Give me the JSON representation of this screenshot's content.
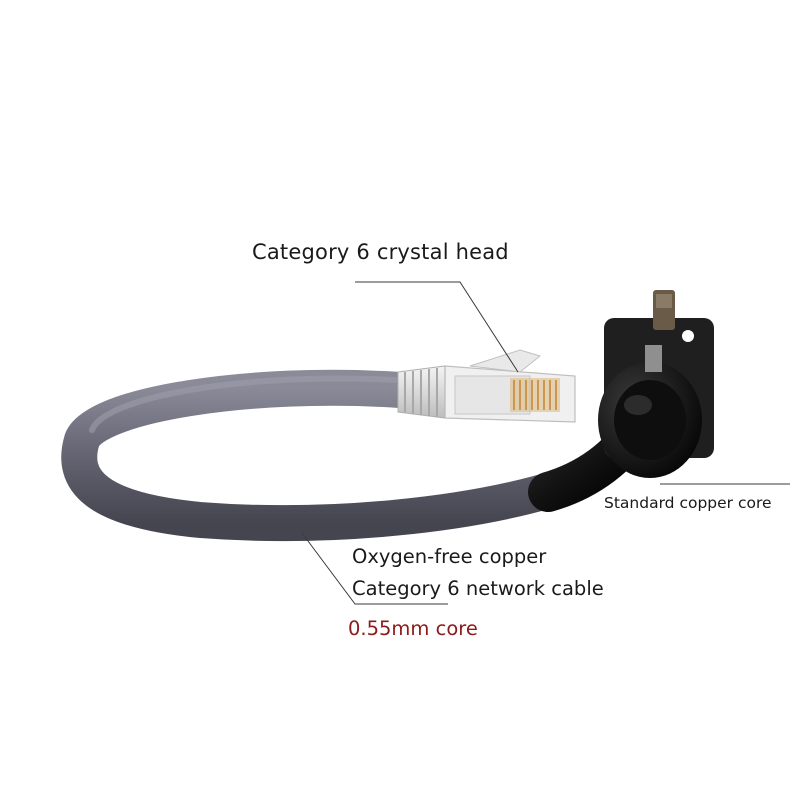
{
  "labels": {
    "crystal_head": "Category 6 crystal head",
    "copper_core": "Standard copper core",
    "cable_line1": "Oxygen-free copper",
    "cable_line2": "Category 6 network cable",
    "core_size": "0.55mm core"
  },
  "colors": {
    "background": "#ffffff",
    "cable_jacket": "#676776",
    "cable_jacket_dark": "#4a4a57",
    "cable_black": "#141414",
    "connector_black": "#1c1c1c",
    "leader_line": "#3a3a3a",
    "text": "#1a1a1a",
    "accent_text": "#8b1a1a"
  }
}
